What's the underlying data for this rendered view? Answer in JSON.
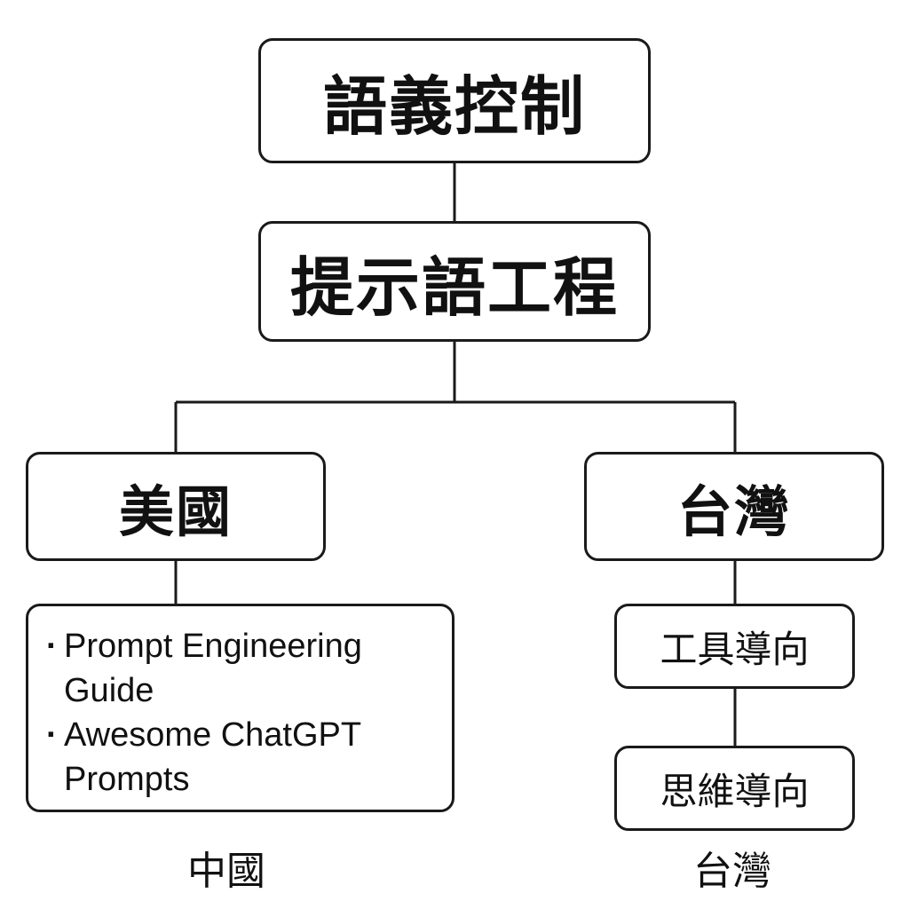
{
  "nodes": {
    "root": "語義控制",
    "mid": "提示語工程",
    "usa": "美國",
    "taiwan": "台灣",
    "usa_list": [
      "Prompt Engineering Guide",
      "Awesome ChatGPT Prompts"
    ],
    "tool_oriented": "工具導向",
    "thinking_oriented": "思維導向"
  },
  "captions": {
    "left": "中國",
    "right": "台灣"
  }
}
